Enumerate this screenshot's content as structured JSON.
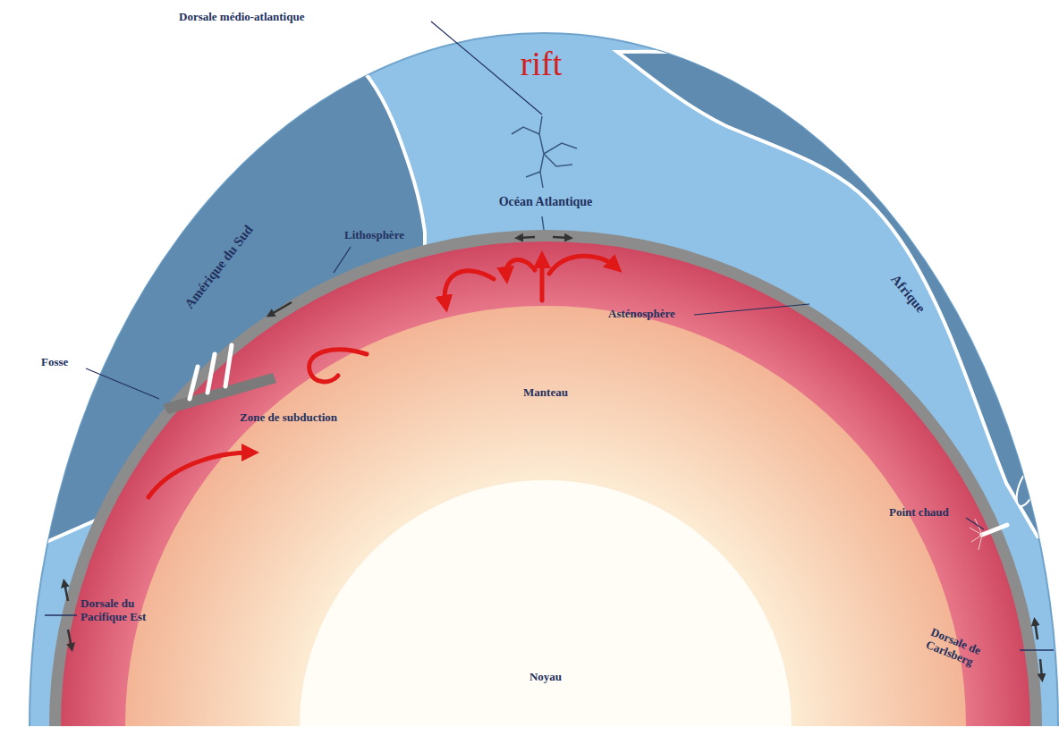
{
  "diagram": {
    "labels": [
      "rift",
      "Dorsale médio-atlantique",
      "Océan Atlantique",
      "Amérique du Sud",
      "Afrique",
      "Lithosphère",
      "Asténosphère",
      "Fosse",
      "Manteau",
      "Zone de subduction",
      "Point chaud",
      "Dorsale du Pacifique Est",
      "Dorsale de Carlsberg",
      "Noyau"
    ]
  }
}
